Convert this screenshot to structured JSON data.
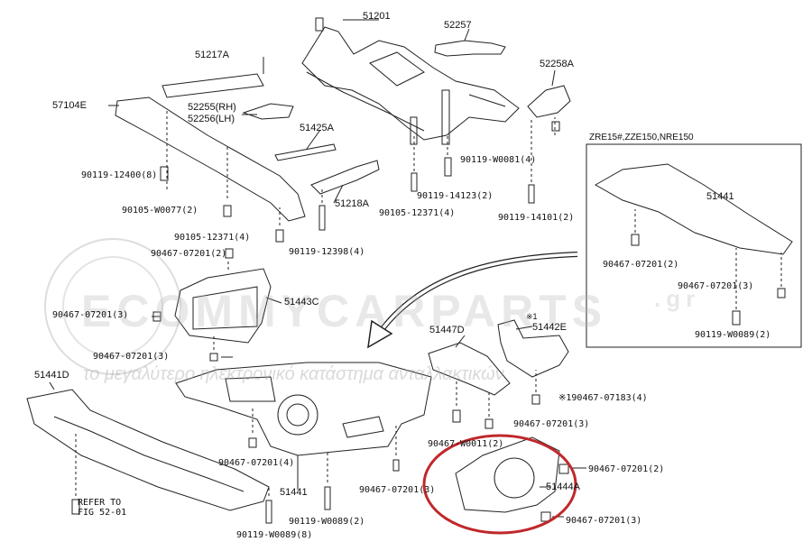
{
  "inset": {
    "header": "ZRE15#,ZZE150,NRE150"
  },
  "watermark": {
    "brand": "ECOMMYCARPARTS",
    "domain": ".gr",
    "tagline": "το μεγαλύτερο ηλεκτρονικό κατάστημα ανταλλακτικών"
  },
  "refer": {
    "line1": "REFER TO",
    "line2": "FIG 52-01"
  },
  "parts": {
    "p51201": "51201",
    "p52257": "52257",
    "p52258A": "52258A",
    "p51217A": "51217A",
    "p57104E": "57104E",
    "p52255": "52255(RH)",
    "p52256": "52256(LH)",
    "p51425A": "51425A",
    "p51218A": "51218A",
    "p51443C": "51443C",
    "p51447D": "51447D",
    "p51442E": "51442E",
    "p51442E_mark": "※1",
    "p51441D": "51441D",
    "p51441_main": "51441",
    "p51441_inset": "51441",
    "p51444A": "51444A"
  },
  "callouts": {
    "c1": "90119-W0081(4)",
    "c2": "90119-12400(8)",
    "c3": "90119-14123(2)",
    "c4": "90105-W0077(2)",
    "c5": "90105-12371(4)",
    "c6": "90119-14101(2)",
    "c7": "90105-12371(4)",
    "c8": "90119-12398(4)",
    "c9": "90467-07201(2)",
    "c10": "90467-07201(3)",
    "c11": "90467-07201(3)",
    "c12": "※190467-07183(4)",
    "c13": "90467-07201(3)",
    "c14": "90467-W0011(2)",
    "c15": "90467-07201(2)",
    "c16": "90467-07201(4)",
    "c17": "90467-07201(3)",
    "c18": "90119-W0089(2)",
    "c19": "90119-W0089(8)",
    "c20": "90467-07201(3)",
    "i1": "90467-07201(2)",
    "i2": "90467-07201(3)",
    "i3": "90119-W0089(2)"
  },
  "colors": {
    "line": "#222222",
    "highlight": "#c0282b",
    "watermark": "#bdbdbd"
  }
}
